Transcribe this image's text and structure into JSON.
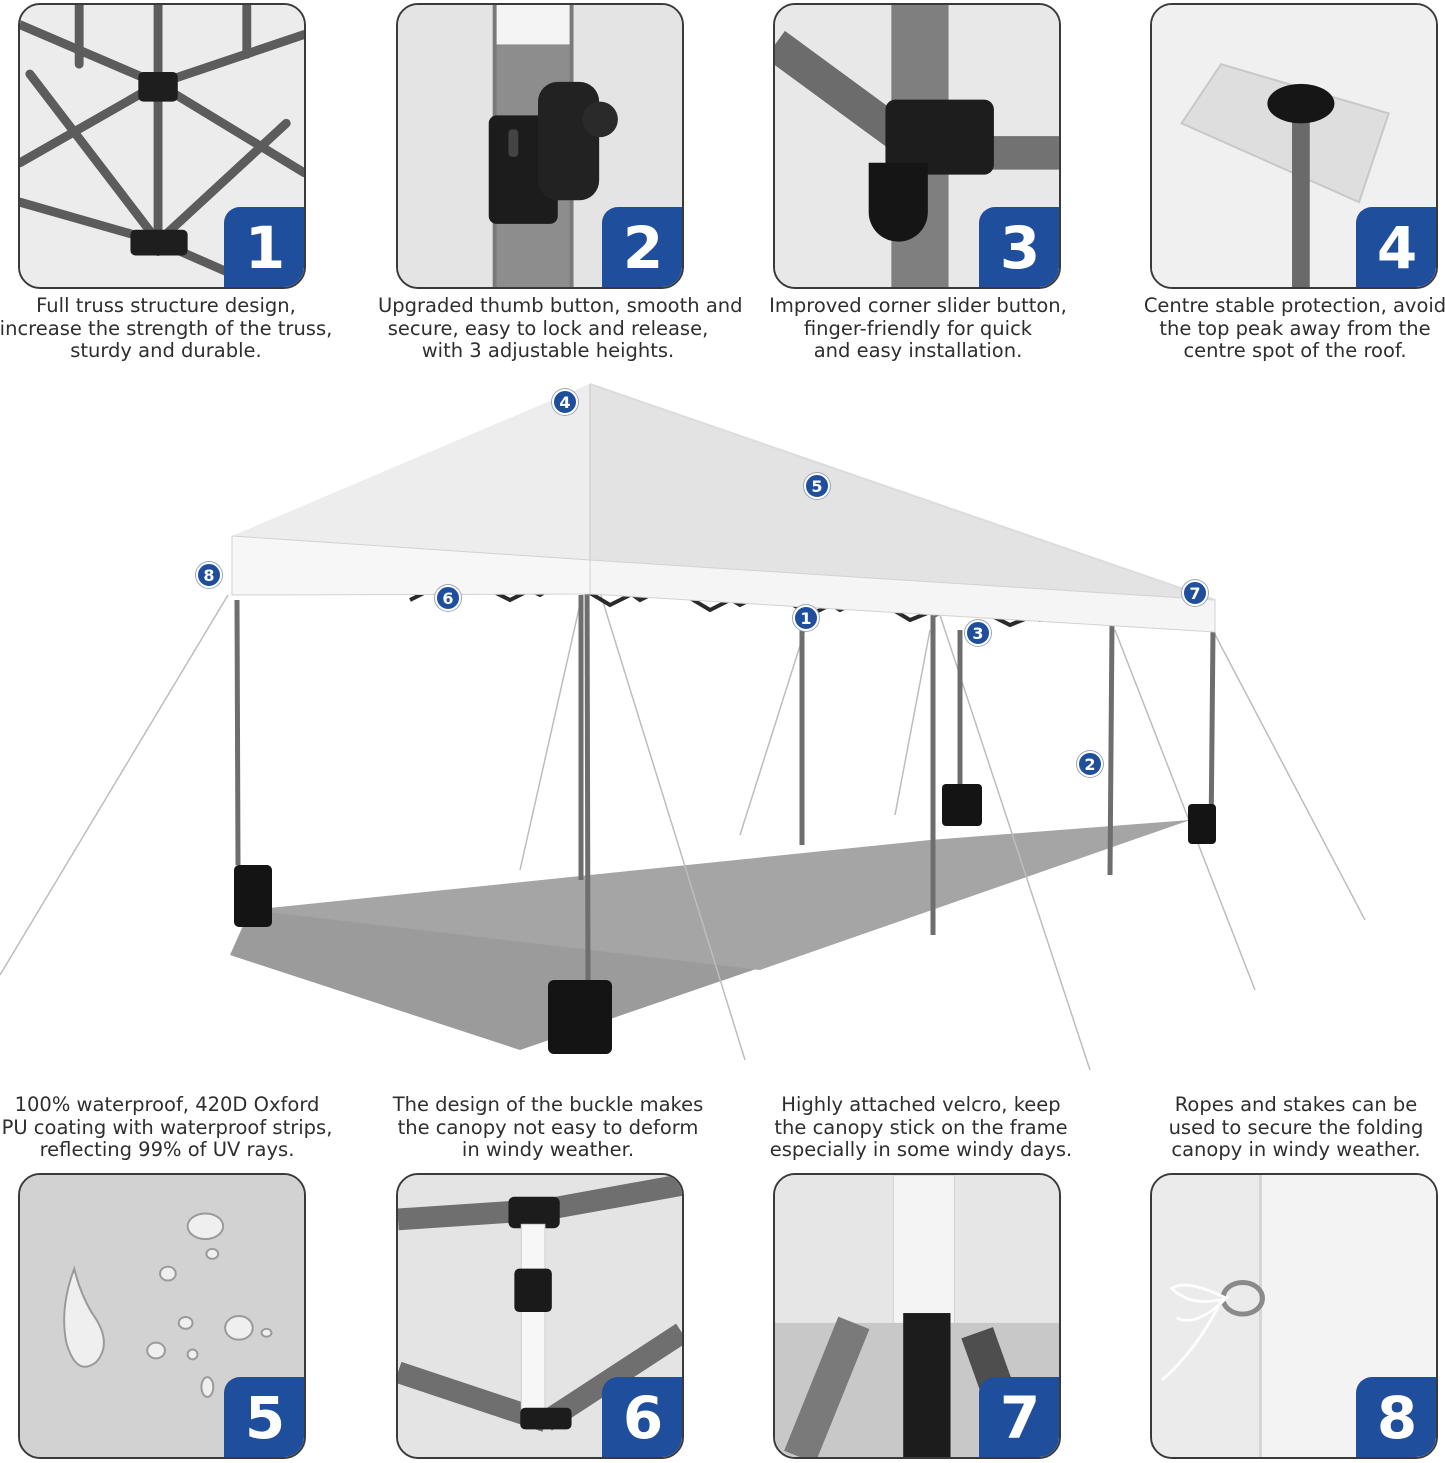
{
  "top_features": [
    {
      "number": "1",
      "lines": [
        "Full truss structure design,",
        "increase the strength of the truss,",
        "sturdy and durable."
      ]
    },
    {
      "number": "2",
      "lines": [
        "Upgraded thumb button, smooth and",
        "secure, easy to lock and release,",
        "with 3 adjustable heights."
      ]
    },
    {
      "number": "3",
      "lines": [
        "Improved corner slider button,",
        "finger-friendly for quick",
        "and easy installation."
      ]
    },
    {
      "number": "4",
      "lines": [
        "Centre stable protection, avoid",
        "the top peak away from the",
        "centre spot of the roof."
      ]
    }
  ],
  "bottom_features": [
    {
      "number": "5",
      "lines": [
        "100% waterproof, 420D Oxford",
        "PU coating with waterproof strips,",
        "reflecting 99% of UV rays."
      ]
    },
    {
      "number": "6",
      "lines": [
        "The design of the buckle makes",
        "the canopy not easy to deform",
        "in windy weather."
      ]
    },
    {
      "number": "7",
      "lines": [
        "Highly attached velcro, keep",
        "the canopy stick on the frame",
        "especially in some windy days."
      ]
    },
    {
      "number": "8",
      "lines": [
        "Ropes and stakes can be",
        "used to secure the folding",
        "canopy in windy weather."
      ]
    }
  ],
  "markers": [
    "4",
    "5",
    "8",
    "6",
    "1",
    "3",
    "7",
    "2"
  ],
  "colors": {
    "badge": "#1f4e9c",
    "canopy": "#efefef",
    "frame": "#555555",
    "shadow": "#9a9a9a"
  }
}
